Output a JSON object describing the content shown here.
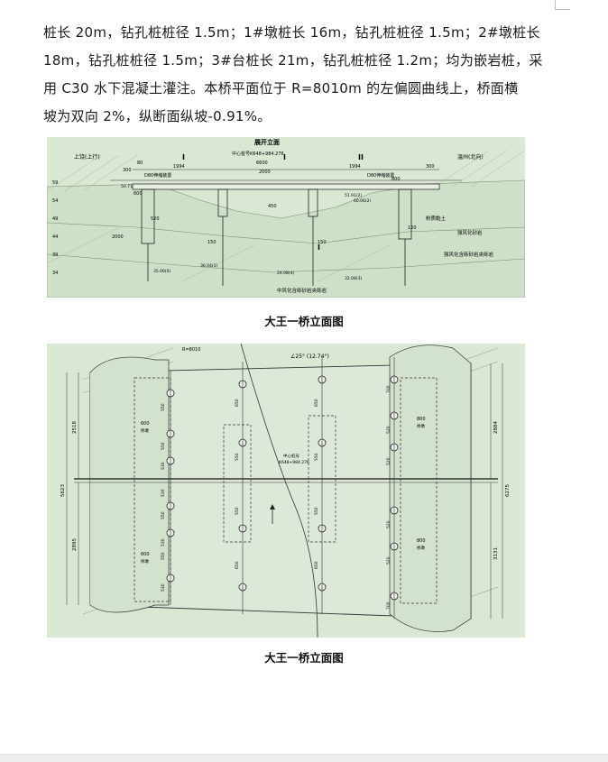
{
  "paragraph": {
    "lines": [
      "桩长 20m，钻孔桩桩径 1.5m；1#墩桩长 16m，钻孔桩桩径 1.5m；2#墩桩长",
      "18m，钻孔桩桩径 1.5m；3#台桩长 21m，钻孔桩桩径 1.2m；均为嵌岩桩，采",
      "用 C30 水下混凝土灌注。本桥平面位于 R=8010m 的左偏圆曲线上，桥面横",
      "坡为双向 2%，纵断面纵坡-0.91%。"
    ]
  },
  "figure1": {
    "caption": "大王一桥立面图",
    "title": "展开立面",
    "left_direction": "上饶(上行)",
    "right_direction": "温州(北向)",
    "center_station": "中心桩号",
    "station_value": "K648+984.276",
    "dims_top": [
      "6600",
      "1994",
      "2000",
      "1994",
      "300"
    ],
    "dim_small": [
      "80",
      "300",
      "600",
      "800"
    ],
    "side_marks": [
      "59",
      "54",
      "49",
      "44",
      "39",
      "34"
    ],
    "labels": [
      "D80伸缩装置",
      "D80伸缩装置",
      "强风化砂岩",
      "强风化含砾砂岩夹砾岩",
      "中风化含砾砂岩夹砾岩",
      "粉质黏土",
      "2000",
      "150",
      "150",
      "450",
      "520",
      "120"
    ],
    "elevations": [
      "35.06(0)",
      "36.04(1)",
      "24.08(4)",
      "32.08(3)",
      "51.91(2)",
      "60.06(2)",
      "50.71"
    ],
    "pier_marks": [
      "I",
      "I",
      "II",
      "I"
    ]
  },
  "figure2": {
    "caption": "大王一桥立面图",
    "top_note": "R=8010",
    "angle_note": "∠25° (12.74°)",
    "center_station": "中心桩号",
    "station_value": "K648+984.276",
    "left_dims": [
      "2518",
      "5623",
      "2895"
    ],
    "right_dims": [
      "2884",
      "6275",
      "3131"
    ],
    "span_labels": [
      "600",
      "600",
      "800",
      "800"
    ],
    "span_sublabels": [
      "桥墩",
      "桥墩",
      "桥墩",
      "桥墩"
    ],
    "pile_spacing": [
      "550",
      "550",
      "550",
      "550",
      "530",
      "530",
      "530",
      "530"
    ],
    "spacing_col3": [
      "650",
      "550",
      "550",
      "650"
    ],
    "spacing_col4": [
      "700",
      "520",
      "520",
      "520",
      "520",
      "700"
    ],
    "spacing_col2": [
      "650",
      "550",
      "550",
      "650"
    ]
  }
}
